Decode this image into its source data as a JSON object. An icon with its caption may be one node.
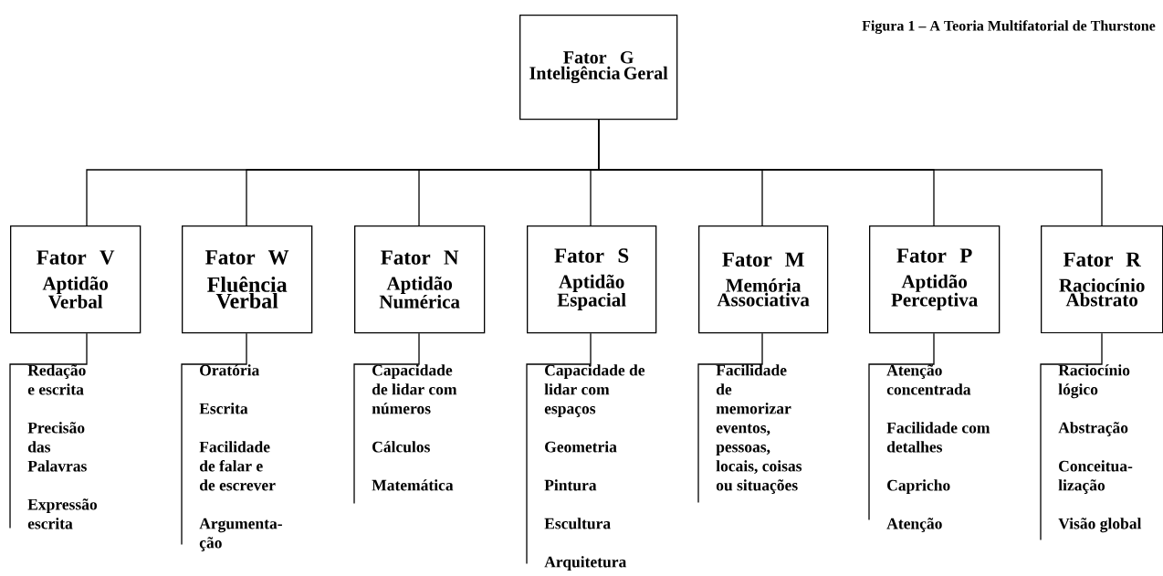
{
  "diagram": {
    "title": "Figura 1 – A Teoria Multifatorial de Thurstone",
    "nodes": [
      {
        "text": [
          "Fator G",
          "Inteligência Geral"
        ]
      },
      {
        "text": [
          "Fator V",
          "Aptidão Verbal"
        ]
      },
      {
        "text": [
          "Fator W",
          "Fluência Verbal"
        ]
      },
      {
        "text": [
          "Fator N",
          "Aptidão Numérica"
        ]
      },
      {
        "text": [
          "Fator S",
          "Aptidão Espacial"
        ]
      },
      {
        "text": [
          "Fator M",
          "Memória Associativa"
        ]
      },
      {
        "text": [
          "Fator P",
          "Aptidão Perceptiva"
        ]
      },
      {
        "text": [
          "Fator R",
          "Raciocínio Abstrato"
        ]
      },
      {
        "text": [
          "Redação e escrita",
          "Precisão das Palavras",
          "Expressão escrita"
        ]
      },
      {
        "text": [
          "Oratória",
          "Escrita",
          "Facilidade de falar e de escrever",
          "Argumenta-ção"
        ]
      },
      {
        "text": [
          "Capacidade de lidar com números",
          "Cálculos",
          "Matemática"
        ]
      },
      {
        "text": [
          "Capacidade de lidar com espaços",
          "Geometria",
          "Pintura",
          "Escultura",
          "Arquitetura"
        ]
      },
      {
        "text": [
          "Facilidade de memorizar eventos, pessoas, locais, coisas ou situações"
        ]
      },
      {
        "text": [
          "Atenção concentrada",
          "Facilidade com detalhes",
          "Capricho",
          "Atenção"
        ]
      },
      {
        "text": [
          "Raciocínio lógico",
          "Abstração",
          "Conceitua-lização",
          "Visão global"
        ]
      }
    ],
    "edges": [
      {
        "from": 0,
        "to": 1,
        "arrow": "none"
      },
      {
        "from": 0,
        "to": 2,
        "arrow": "none"
      },
      {
        "from": 0,
        "to": 3,
        "arrow": "none"
      },
      {
        "from": 0,
        "to": 4,
        "arrow": "none"
      },
      {
        "from": 0,
        "to": 5,
        "arrow": "none"
      },
      {
        "from": 0,
        "to": 6,
        "arrow": "none"
      },
      {
        "from": 0,
        "to": 7,
        "arrow": "none"
      },
      {
        "from": 1,
        "to": 8,
        "arrow": "none"
      },
      {
        "from": 2,
        "to": 9,
        "arrow": "none"
      },
      {
        "from": 3,
        "to": 10,
        "arrow": "none"
      },
      {
        "from": 4,
        "to": 11,
        "arrow": "none"
      },
      {
        "from": 5,
        "to": 12,
        "arrow": "none"
      },
      {
        "from": 6,
        "to": 13,
        "arrow": "none"
      },
      {
        "from": 7,
        "to": 14,
        "arrow": "none"
      }
    ]
  }
}
